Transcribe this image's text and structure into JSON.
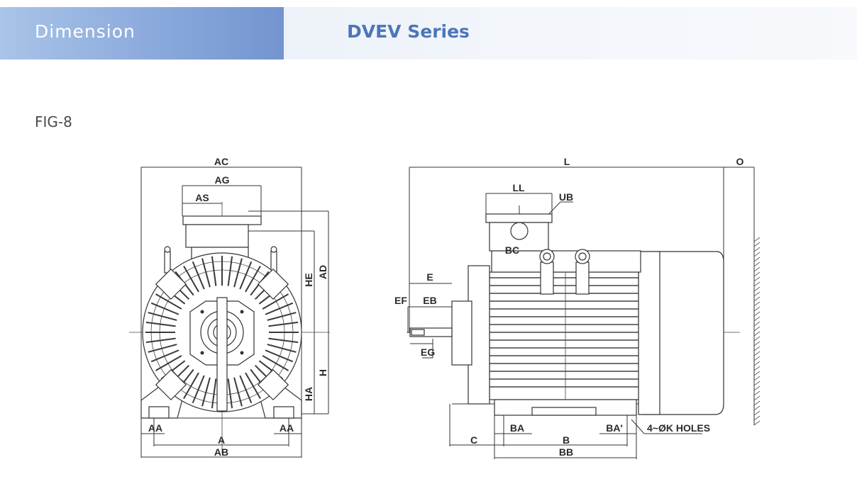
{
  "header": {
    "tab_label": "Dimension",
    "series_title": "DVEV Series"
  },
  "figure": {
    "label": "FIG-8"
  },
  "front_view": {
    "dims": {
      "AC": "AC",
      "AG": "AG",
      "AS": "AS",
      "HE": "HE",
      "AD": "AD",
      "H": "H",
      "HA": "HA",
      "AA_left": "AA",
      "AA_right": "AA",
      "A": "A",
      "AB": "AB"
    }
  },
  "side_view": {
    "dims": {
      "L": "L",
      "O": "O",
      "LL": "LL",
      "UB": "UB",
      "BC": "BC",
      "E": "E",
      "EF": "EF",
      "EB": "EB",
      "EG": "EG",
      "C": "C",
      "BA": "BA",
      "B": "B",
      "BA_prime": "BA'",
      "BB": "BB",
      "holes": "4~ØK HOLES"
    }
  }
}
